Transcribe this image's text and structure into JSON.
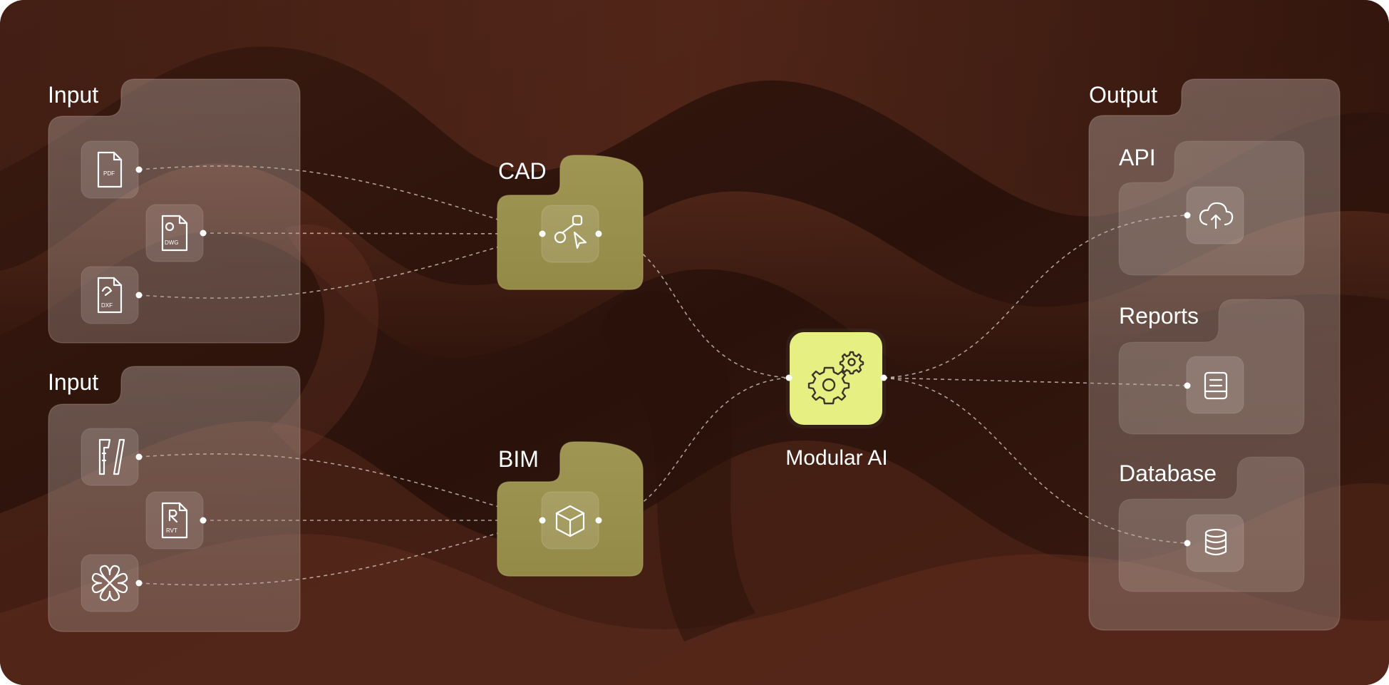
{
  "colors": {
    "background_dark": "#2a130d",
    "background_wave": "#5a2a1c",
    "panel_glass": "#8a7a74",
    "cad_bim_block": "#9a9150",
    "modular_ai_block": "#e6f082",
    "connector": "#d9cfc6"
  },
  "diagram": {
    "input_groups": [
      {
        "label": "Input",
        "files": [
          {
            "icon": "pdf-file-icon",
            "tag": "PDF"
          },
          {
            "icon": "dwg-file-icon",
            "tag": "DWG"
          },
          {
            "icon": "dxf-file-icon",
            "tag": "DXF"
          }
        ]
      },
      {
        "label": "Input",
        "files": [
          {
            "icon": "ifc-file-icon",
            "tag": ""
          },
          {
            "icon": "rvt-file-icon",
            "tag": "RVT"
          },
          {
            "icon": "archicad-clover-icon",
            "tag": ""
          }
        ]
      }
    ],
    "processors": [
      {
        "label": "CAD",
        "icon": "cad-shapes-cursor-icon"
      },
      {
        "label": "BIM",
        "icon": "cube-icon"
      }
    ],
    "core": {
      "label": "Modular AI",
      "icon": "gears-icon"
    },
    "output": {
      "label": "Output",
      "items": [
        {
          "label": "API",
          "icon": "cloud-upload-icon"
        },
        {
          "label": "Reports",
          "icon": "document-icon"
        },
        {
          "label": "Database",
          "icon": "database-icon"
        }
      ]
    }
  }
}
